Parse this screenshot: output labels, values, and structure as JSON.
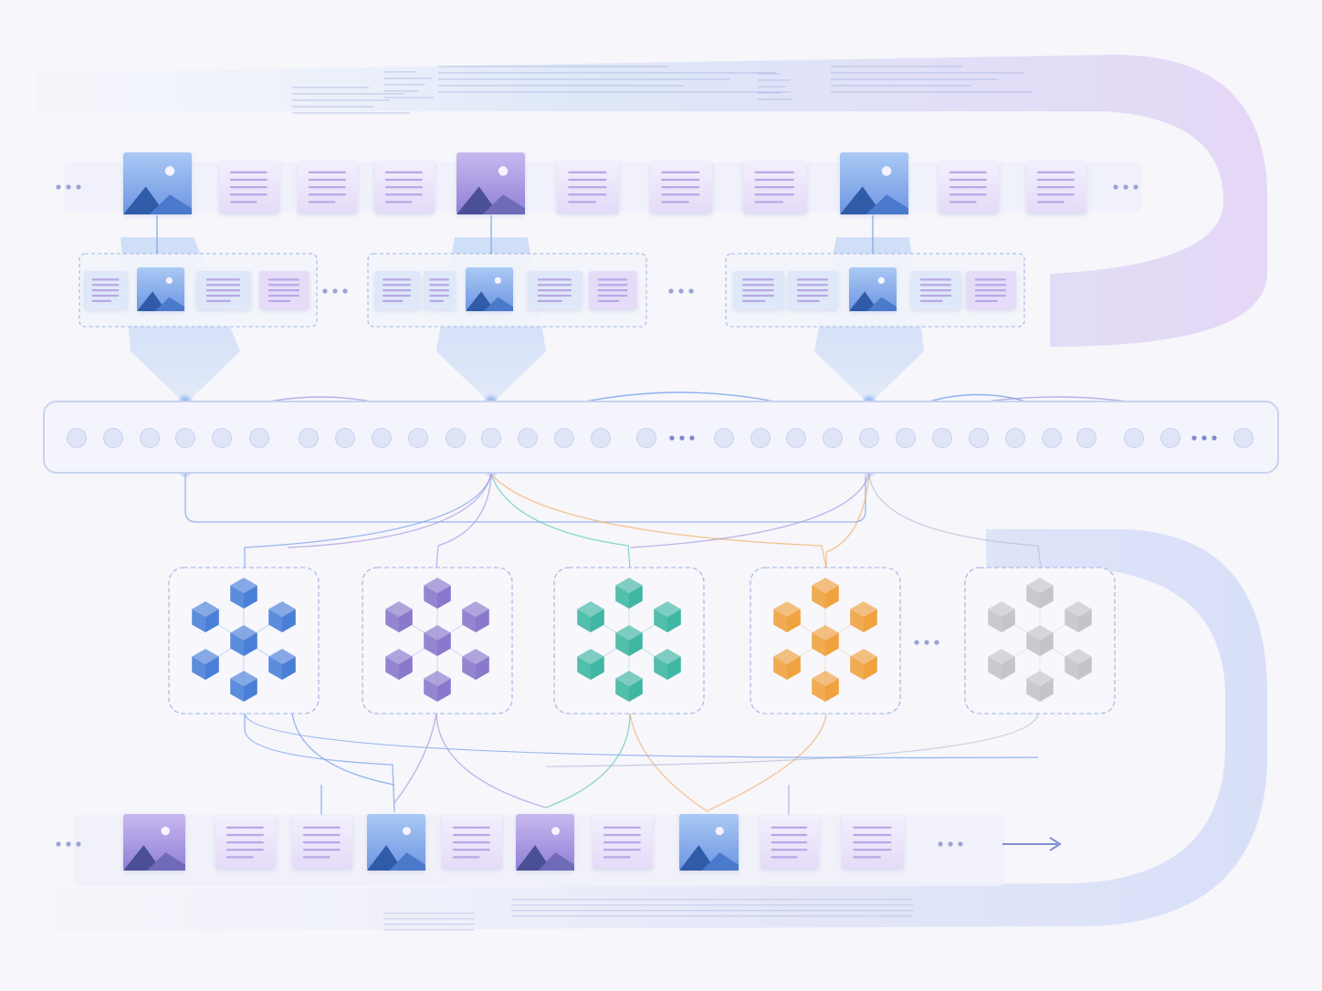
{
  "rows": {
    "input": [
      "image",
      "text",
      "text",
      "text",
      "image",
      "text",
      "text",
      "text",
      "image",
      "text",
      "text"
    ],
    "output": [
      "image",
      "text",
      "text",
      "image",
      "text",
      "image",
      "text",
      "image",
      "text",
      "text"
    ]
  },
  "context_windows": [
    [
      "text",
      "image",
      "text",
      "text"
    ],
    [
      "text",
      "text",
      "image",
      "text",
      "text"
    ],
    [
      "text",
      "text",
      "image",
      "text",
      "text"
    ]
  ],
  "expert_groups": [
    {
      "color": "#4a7fd8"
    },
    {
      "color": "#8a78cc"
    },
    {
      "color": "#3fb7a3"
    },
    {
      "color": "#f0a23e"
    },
    {
      "color": "#c4c4c9"
    }
  ],
  "icons": {
    "image_tile": "image-icon",
    "text_tile": "text-lines-icon",
    "ellipsis": "ellipsis-icon",
    "arrow": "arrow-right-icon",
    "cube": "cube-icon"
  },
  "colors": {
    "blue": "#6f9be8",
    "purple": "#a995e0",
    "teal": "#5ccab4",
    "orange": "#f2b066",
    "node": "#dfe4f7",
    "ribbon_blue": "#cfe0f8",
    "ribbon_purple": "#e4d8f6"
  }
}
